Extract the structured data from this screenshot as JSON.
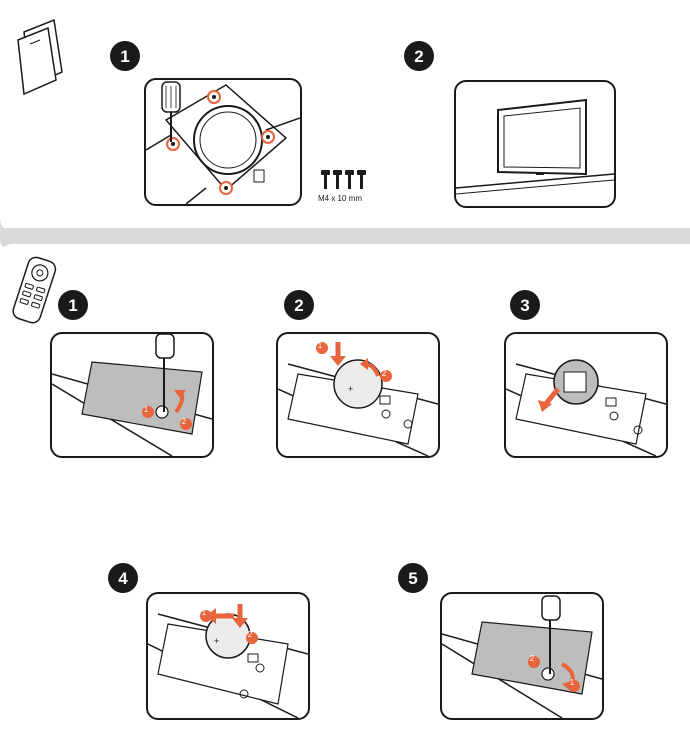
{
  "section_top": {
    "steps": [
      {
        "number": "1"
      },
      {
        "number": "2"
      }
    ],
    "screw_spec": "M4 x 10 mm"
  },
  "section_bottom": {
    "steps": [
      {
        "number": "1"
      },
      {
        "number": "2"
      },
      {
        "number": "3"
      },
      {
        "number": "4"
      },
      {
        "number": "5"
      }
    ]
  },
  "callouts": {
    "one": "1",
    "two": "2"
  },
  "colors": {
    "accent": "#e8643c",
    "separator": "#d9d9d9",
    "ink": "#1a1a1a",
    "cover_gray": "#bdbdbd"
  },
  "icons": [
    "manual-booklet-icon",
    "remote-control-icon",
    "screwdriver-icon",
    "screw-icon"
  ]
}
